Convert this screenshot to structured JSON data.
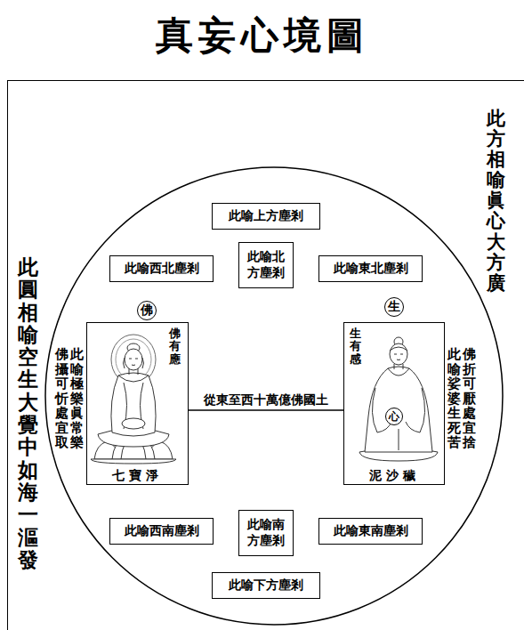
{
  "diagram": {
    "title": "真妄心境圖",
    "nodes": [
      {
        "text": [
          "此方相喻眞心大方廣"
        ]
      },
      {
        "text": [
          "此圓相喻空生大覺中如海一漚發"
        ],
        "in": 0
      },
      {
        "text": [
          "此喻上方塵剎"
        ],
        "in": 1
      },
      {
        "text": [
          "此喻北 方塵剎"
        ],
        "in": 1
      },
      {
        "text": [
          "此喻西北塵剎"
        ],
        "in": 1
      },
      {
        "text": [
          "此喻東北塵剎"
        ],
        "in": 1
      },
      {
        "text": [
          "佛"
        ],
        "in": 1
      },
      {
        "text": [
          "生"
        ],
        "in": 1
      },
      {
        "text": [
          "佛有應",
          "七寶淨"
        ],
        "in": 1
      },
      {
        "text": [
          "生有感",
          "泥沙穢"
        ],
        "in": 1
      },
      {
        "text": [
          "心"
        ],
        "in": 9
      },
      {
        "text": [
          "此喻西南塵剎"
        ],
        "in": 1
      },
      {
        "text": [
          "此喻南 方塵剎"
        ],
        "in": 1
      },
      {
        "text": [
          "此喻東南塵剎"
        ],
        "in": 1
      },
      {
        "text": [
          "此喻下方塵剎"
        ],
        "in": 1
      }
    ],
    "edges": [
      {
        "from": 8,
        "to": 9,
        "arrow": "none",
        "label": "從東至西十萬億佛國土"
      }
    ],
    "labels": [
      "此喻極樂眞常樂",
      "佛攝可忻處宜取",
      "此喻娑婆生死苦",
      "佛折可厭處宜捨"
    ]
  }
}
